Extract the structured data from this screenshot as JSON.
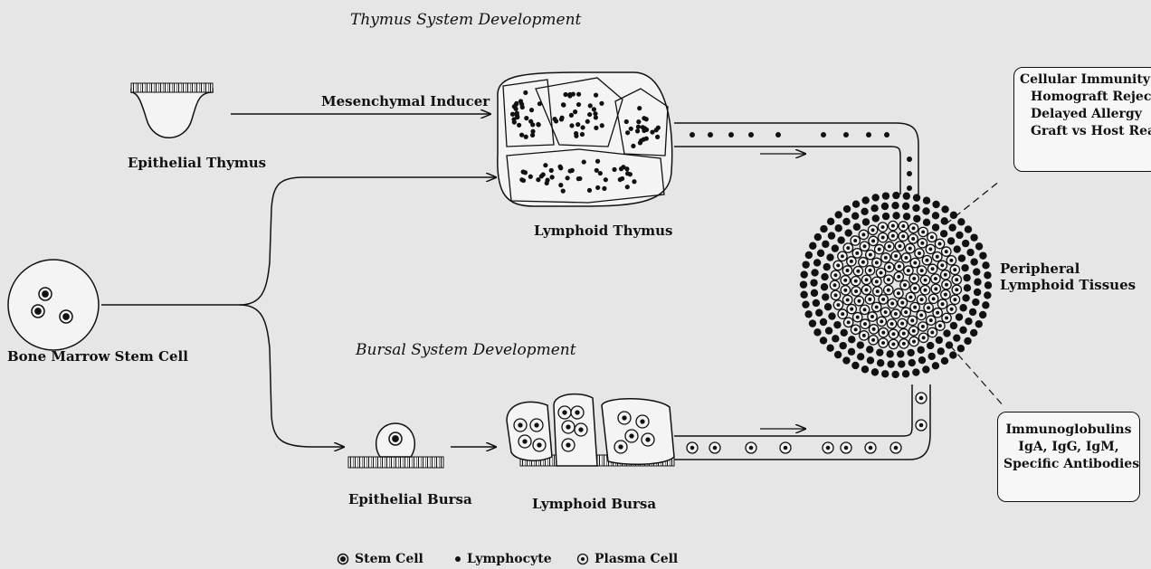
{
  "titles": {
    "thymus": "Thymus System Development",
    "bursal": "Bursal System Development"
  },
  "labels": {
    "epithelial_thymus": "Epithelial Thymus",
    "mesenchymal_inducer": "Mesenchymal Inducer",
    "lymphoid_thymus": "Lymphoid Thymus",
    "bone_marrow": "Bone Marrow Stem Cell",
    "epithelial_bursa": "Epithelial Bursa",
    "lymphoid_bursa": "Lymphoid Bursa",
    "peripheral_line1": "Peripheral",
    "peripheral_line2": "Lymphoid Tissues"
  },
  "cellular_box": {
    "heading": "Cellular Immunity",
    "items": [
      "Homograft Rejection",
      "Delayed Allergy",
      "Graft vs Host Reactivity"
    ]
  },
  "immuno_box": {
    "heading": "Immunoglobulins",
    "items": [
      "IgA, IgG, IgM,",
      "Specific Antibodies"
    ]
  },
  "legend": {
    "stem_cell": "Stem Cell",
    "lymphocyte": "Lymphocyte",
    "plasma_cell": "Plasma Cell"
  },
  "colors": {
    "ink": "#111111",
    "paper": "#e6e6e6"
  }
}
